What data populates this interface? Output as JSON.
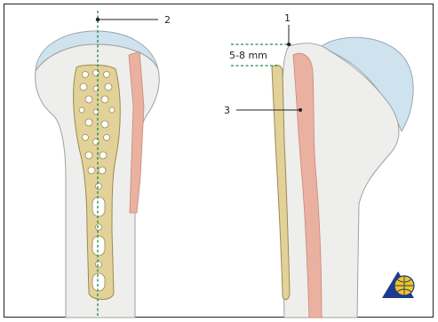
{
  "figure": {
    "callouts": [
      {
        "id": "1",
        "text": "1"
      },
      {
        "id": "2",
        "text": "2"
      },
      {
        "id": "3",
        "text": "3"
      }
    ],
    "measurement_label": "5-8 mm",
    "logo": "ao-foundation-globe-logo"
  },
  "colors": {
    "bone": "#eeeeec",
    "bone_shadow": "#d9d9d6",
    "cartilage": "#cfe3ee",
    "plate": "#e2d29a",
    "plate_edge": "#9c8a4c",
    "tendon": "#eab1a0",
    "guide_line": "#1f8a4c",
    "logo_blue": "#1d3a8f",
    "logo_yellow": "#f2c51a"
  }
}
